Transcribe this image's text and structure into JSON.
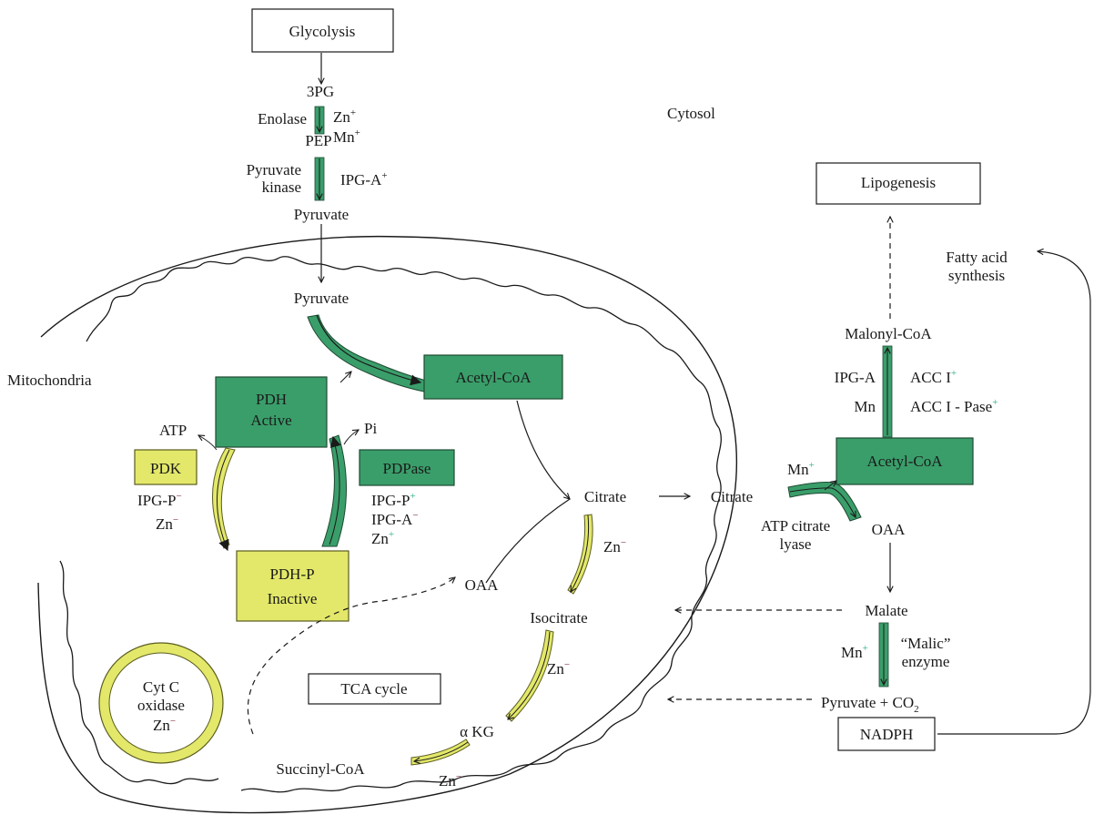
{
  "colors": {
    "green": "#3a9e6a",
    "green_dark": "#1e4a32",
    "yellow": "#e3e86a",
    "yellow_dark": "#5a5c1e",
    "activator": "#2fae8a",
    "inhibitor": "#7a1f2e",
    "line": "#1a1a1a"
  },
  "regions": {
    "cytosol": "Cytosol",
    "mitochondria": "Mitochondria"
  },
  "top_path": {
    "glycolysis": "Glycolysis",
    "pg3": "3PG",
    "enolase": "Enolase",
    "zn": "Zn",
    "mn": "Mn",
    "pep": "PEP",
    "pyruvate_kinase_1": "Pyruvate",
    "pyruvate_kinase_2": "kinase",
    "ipga": "IPG-A",
    "pyruvate": "Pyruvate"
  },
  "mito": {
    "pyruvate": "Pyruvate",
    "acetyl_coa": "Acetyl-CoA",
    "pdh_active_1": "PDH",
    "pdh_active_2": "Active",
    "atp": "ATP",
    "pi": "Pi",
    "pdk": "PDK",
    "pdk_ipgp": "IPG-P",
    "pdk_zn": "Zn",
    "pdpase": "PDPase",
    "pdpase_ipgp": "IPG-P",
    "pdpase_ipga": "IPG-A",
    "pdpase_zn": "Zn",
    "pdhp_1": "PDH-P",
    "pdhp_2": "Inactive",
    "citrate": "Citrate",
    "citrate_zn": "Zn",
    "oaa": "OAA",
    "isocitrate": "Isocitrate",
    "iso_zn": "Zn",
    "akg": "α KG",
    "akg_zn": "Zn",
    "succinyl": "Succinyl-CoA",
    "tca": "TCA cycle",
    "cytc_1": "Cyt C",
    "cytc_2": "oxidase",
    "cytc_zn": "Zn"
  },
  "cytosol_right": {
    "lipogenesis": "Lipogenesis",
    "fas_1": "Fatty acid",
    "fas_2": "synthesis",
    "malonyl": "Malonyl-CoA",
    "ipga": "IPG-A",
    "mn": "Mn",
    "acc1": "ACC I",
    "acc1_pase": "ACC I - Pase",
    "acetyl_coa": "Acetyl-CoA",
    "citrate": "Citrate",
    "mn_atp": "Mn",
    "atp_lyase_1": "ATP citrate",
    "atp_lyase_2": "lyase",
    "oaa": "OAA",
    "malate": "Malate",
    "malic_mn": "Mn",
    "malic_1": "“Malic”",
    "malic_2": "enzyme",
    "pyr_co2": "Pyruvate + CO",
    "co2_sub": "2",
    "nadph": "NADPH"
  },
  "signs": {
    "plus": "+",
    "minus": "−"
  }
}
